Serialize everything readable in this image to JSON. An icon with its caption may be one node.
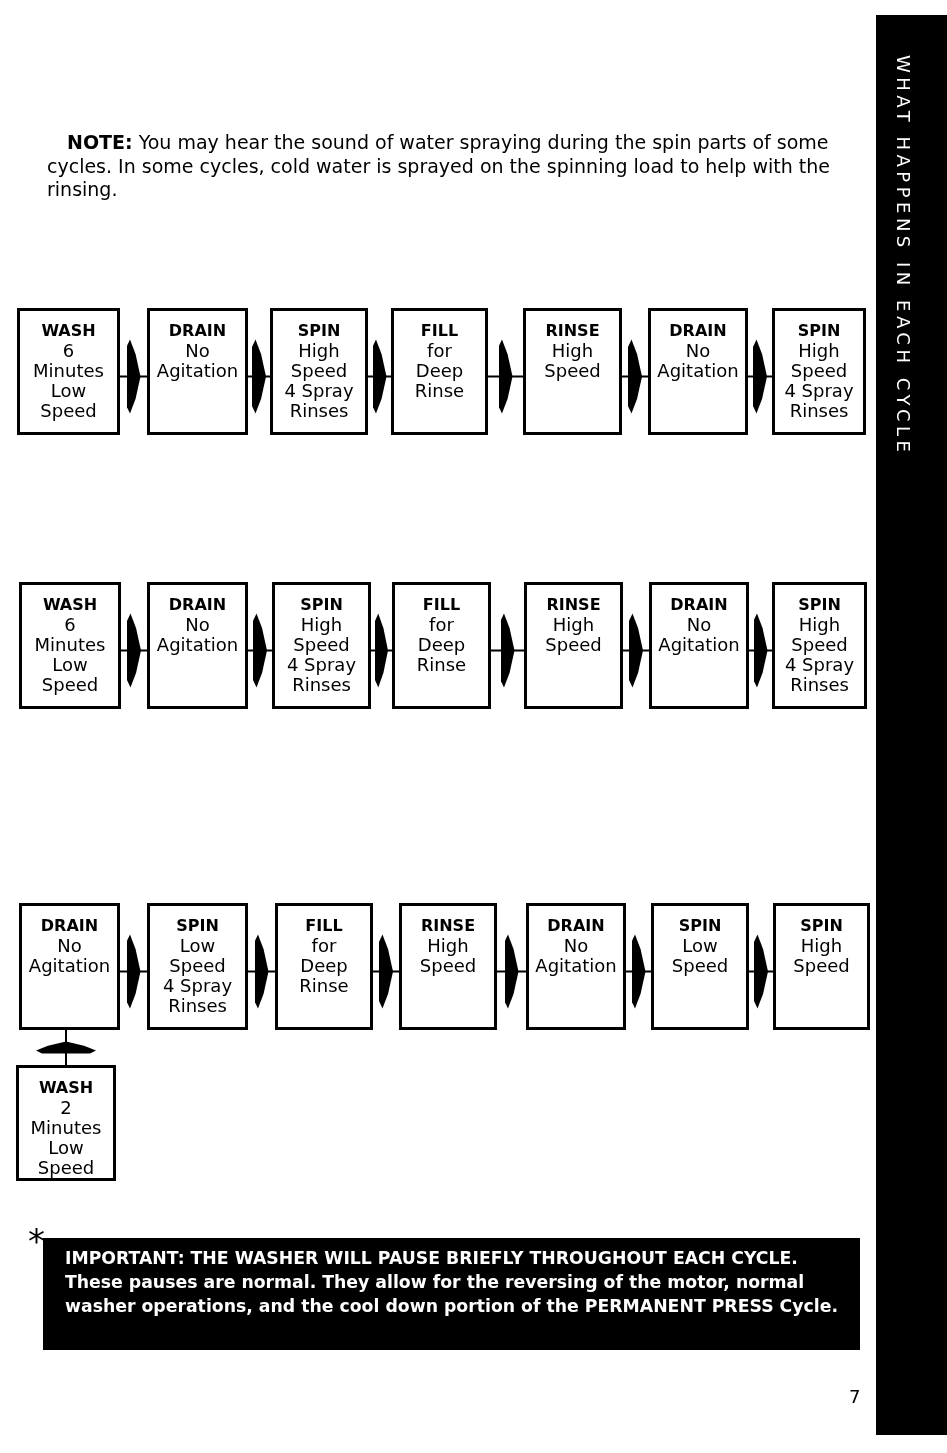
{
  "diagram": {
    "nodes": [
      {
        "text": [
          "WASH",
          "6 Minutes Low Speed"
        ]
      },
      {
        "text": [
          "DRAIN",
          "No Agitation"
        ]
      },
      {
        "text": [
          "SPIN",
          "High Speed 4 Spray Rinses"
        ]
      },
      {
        "text": [
          "FILL",
          "for Deep Rinse"
        ]
      },
      {
        "text": [
          "RINSE",
          "High Speed"
        ]
      },
      {
        "text": [
          "DRAIN",
          "No Agitation"
        ]
      },
      {
        "text": [
          "SPIN",
          "High Speed 4 Spray Rinses"
        ]
      },
      {
        "text": [
          "WASH",
          "6 Minutes Low Speed"
        ]
      },
      {
        "text": [
          "DRAIN",
          "No Agitation"
        ]
      },
      {
        "text": [
          "SPIN",
          "High Speed 4 Spray Rinses"
        ]
      },
      {
        "text": [
          "FILL",
          "for Deep Rinse"
        ]
      },
      {
        "text": [
          "RINSE",
          "High Speed"
        ]
      },
      {
        "text": [
          "DRAIN",
          "No Agitation"
        ]
      },
      {
        "text": [
          "SPIN",
          "High Speed 4 Spray Rinses"
        ]
      },
      {
        "text": [
          "DRAIN",
          "No Agitation"
        ]
      },
      {
        "text": [
          "SPIN",
          "Low Speed 4 Spray Rinses"
        ]
      },
      {
        "text": [
          "FILL",
          "for Deep Rinse"
        ]
      },
      {
        "text": [
          "RINSE",
          "High Speed"
        ]
      },
      {
        "text": [
          "DRAIN",
          "No Agitation"
        ]
      },
      {
        "text": [
          "SPIN",
          "Low Speed"
        ]
      },
      {
        "text": [
          "SPIN",
          "High Speed"
        ]
      },
      {
        "text": [
          "WASH",
          "2 Minutes Low Speed"
        ]
      },
      {
        "text": [
          "IMPORTANT: THE WASHER WILL PAUSE BRIEFLY THROUGHOUT EACH CYCLE. These pauses are normal. They allow for the reversing of the motor, normal washer operations, and the cool down portion of the PERMANENT PRESS Cycle."
        ],
        "beside": [
          "*"
        ]
      },
      {
        "text": [
          "WHAT HAPPENS IN EACH CYCLE"
        ]
      }
    ],
    "edges": [
      {
        "from": 0,
        "to": 1,
        "arrow": "to"
      },
      {
        "from": 1,
        "to": 2,
        "arrow": "to"
      },
      {
        "from": 2,
        "to": 3,
        "arrow": "to"
      },
      {
        "from": 3,
        "to": 4,
        "arrow": "to"
      },
      {
        "from": 4,
        "to": 5,
        "arrow": "to"
      },
      {
        "from": 5,
        "to": 6,
        "arrow": "to"
      },
      {
        "from": 7,
        "to": 8,
        "arrow": "to"
      },
      {
        "from": 8,
        "to": 9,
        "arrow": "to"
      },
      {
        "from": 9,
        "to": 10,
        "arrow": "to"
      },
      {
        "from": 10,
        "to": 11,
        "arrow": "to"
      },
      {
        "from": 11,
        "to": 12,
        "arrow": "to"
      },
      {
        "from": 12,
        "to": 13,
        "arrow": "to"
      },
      {
        "from": 21,
        "to": 14,
        "arrow": "to"
      },
      {
        "from": 14,
        "to": 15,
        "arrow": "to"
      },
      {
        "from": 15,
        "to": 16,
        "arrow": "to"
      },
      {
        "from": 16,
        "to": 17,
        "arrow": "to"
      },
      {
        "from": 17,
        "to": 18,
        "arrow": "to"
      },
      {
        "from": 18,
        "to": 19,
        "arrow": "to"
      },
      {
        "from": 19,
        "to": 20,
        "arrow": "to"
      }
    ],
    "labels": [
      "**NOTE:** You may hear the sound of water spraying during the spin parts of some cycles. In some cycles, cold water is sprayed on the spinning load to help with the rinsing.",
      "7"
    ]
  }
}
